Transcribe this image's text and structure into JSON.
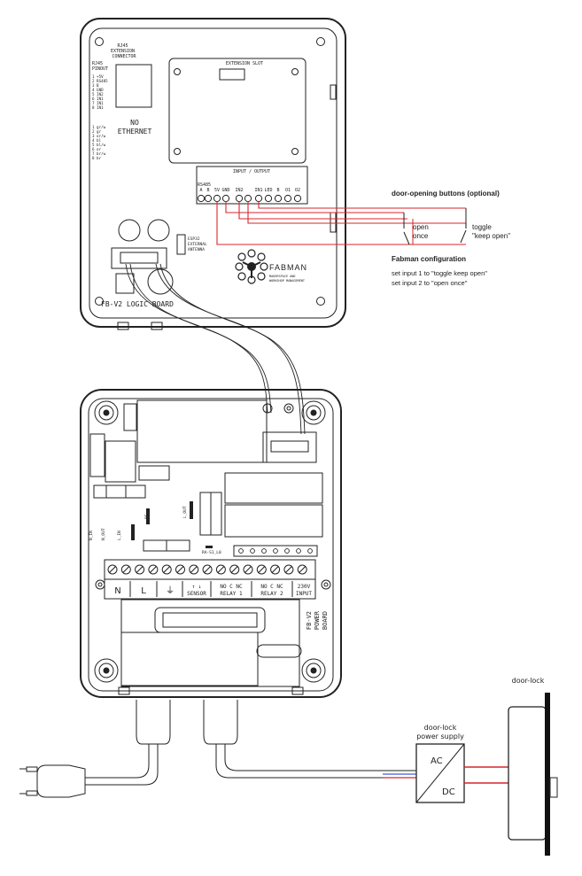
{
  "logic_board": {
    "name": "FB-V2 LOGIC BOARD",
    "rj45_connector": "RJ45 EXTENSION CONNECTOR",
    "rj45_pinout": "RJ45 PINOUT",
    "no_ethernet": [
      "NO",
      "ETHERNET"
    ],
    "extension_slot": "EXTENSION SLOT",
    "io_title": "INPUT / OUTPUT",
    "rs485": "RS485",
    "io_pins": [
      "A",
      "B",
      "5V",
      "GND",
      "IN2",
      "",
      "IN1",
      "LED",
      "B",
      "O1",
      "O2"
    ],
    "external_antenna": [
      "ESP32",
      "EXTERNAL",
      "ANTENNA"
    ],
    "logo_text": "FABMAN",
    "logo_sub": [
      "MAKERSPACE AND",
      "WORKSHOP MANAGEMENT"
    ]
  },
  "power_board": {
    "name": [
      "FB-V2",
      "POWER",
      "BOARD"
    ],
    "terminal_labels": [
      "N",
      "L",
      "⏚"
    ],
    "sensor_label": "SENSOR",
    "sensor_arrows": "↑ ↓",
    "relay1": {
      "pins": "NO  C  NC",
      "label": "RELAY 1"
    },
    "relay2": {
      "pins": "NO  C  NC",
      "label": "RELAY 2"
    },
    "input_230v": [
      "230V",
      "INPUT"
    ],
    "silk_labels": [
      "L_OUT",
      "N_IN",
      "N_OUT",
      "L_IN",
      "RE",
      "RA-S1_L0"
    ]
  },
  "wiring": {
    "buttons_title": "door-opening buttons (optional)",
    "button_open": [
      "open",
      "once"
    ],
    "button_toggle": [
      "toggle",
      "\"keep open\""
    ],
    "config_title": "Fabman configuration",
    "config_lines": [
      "set input 1 to \"toggle keep open\"",
      "set input 2 to \"open once\""
    ]
  },
  "power_supply": {
    "title": [
      "door-lock",
      "power supply"
    ],
    "ac": "AC",
    "dc": "DC"
  },
  "door_lock": {
    "title": "door-lock"
  },
  "colors": {
    "outline": "#222222",
    "wire_red": "#d9262b",
    "wire_blue": "#3a5fd9"
  }
}
